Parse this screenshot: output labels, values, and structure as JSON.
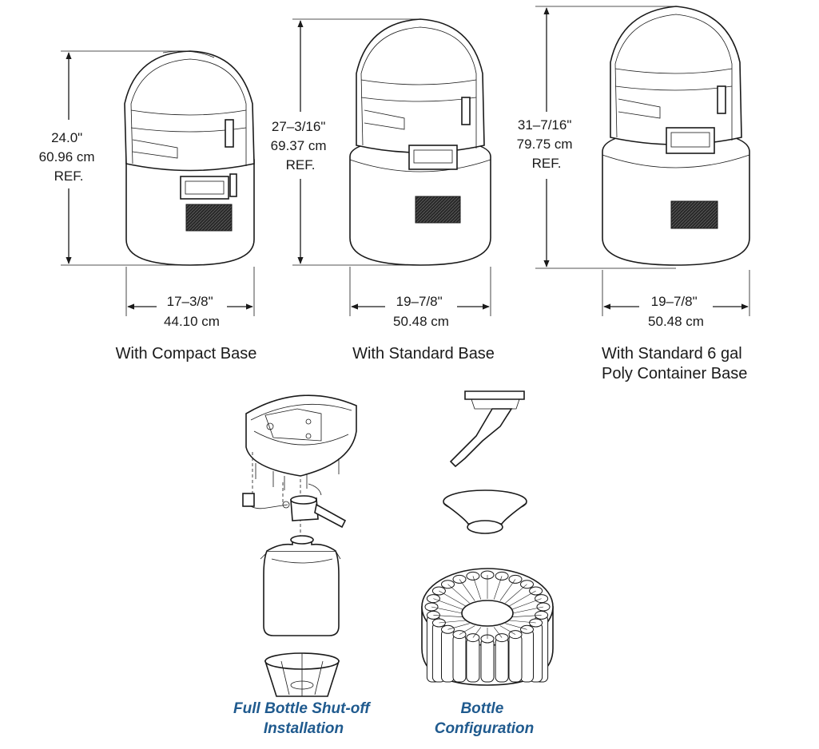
{
  "samplers": [
    {
      "height_dim": [
        "24.0\"",
        "60.96 cm",
        "REF."
      ],
      "width_dim": [
        "17–3/8\"",
        "44.10 cm"
      ],
      "caption": [
        "With Compact Base"
      ]
    },
    {
      "height_dim": [
        "27–3/16\"",
        "69.37 cm",
        "REF."
      ],
      "width_dim": [
        "19–7/8\"",
        "50.48 cm"
      ],
      "caption": [
        "With Standard Base"
      ]
    },
    {
      "height_dim": [
        "31–7/16\"",
        "79.75 cm",
        "REF."
      ],
      "width_dim": [
        "19–7/8\"",
        "50.48 cm"
      ],
      "caption": [
        "With Standard 6 gal",
        "Poly Container Base"
      ]
    }
  ],
  "details": [
    {
      "caption": [
        "Full Bottle Shut-off",
        "Installation"
      ]
    },
    {
      "caption": [
        "Bottle",
        "Configuration"
      ]
    }
  ],
  "colors": {
    "line": "#1a1a1a",
    "caption_blue": "#1f5a8e",
    "background": "#ffffff"
  }
}
